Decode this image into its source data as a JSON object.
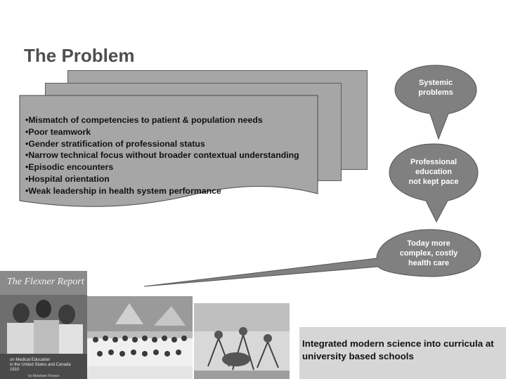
{
  "slide": {
    "title": "The Problem",
    "bullets": [
      "Mismatch of competencies to patient & population needs",
      "Poor teamwork",
      "Gender stratification of professional status",
      "Narrow technical focus without broader contextual understanding",
      "Episodic encounters",
      "Hospital orientation",
      "Weak leadership in health system performance"
    ],
    "bubbles": [
      {
        "lines": [
          "Systemic",
          "problems"
        ]
      },
      {
        "lines": [
          "Professional",
          "education",
          "not kept pace"
        ]
      },
      {
        "lines": [
          "Today more",
          "complex, costly",
          "health care"
        ]
      }
    ],
    "photos": {
      "flexner_report": {
        "title_text": "The Flexner Report",
        "subtitle_lines": [
          "on Medical Education",
          "in the United States and Canada",
          "1910"
        ],
        "byline": "by Abraham Flexner"
      }
    },
    "caption": "Integrated modern science into curricula at university based schools"
  }
}
